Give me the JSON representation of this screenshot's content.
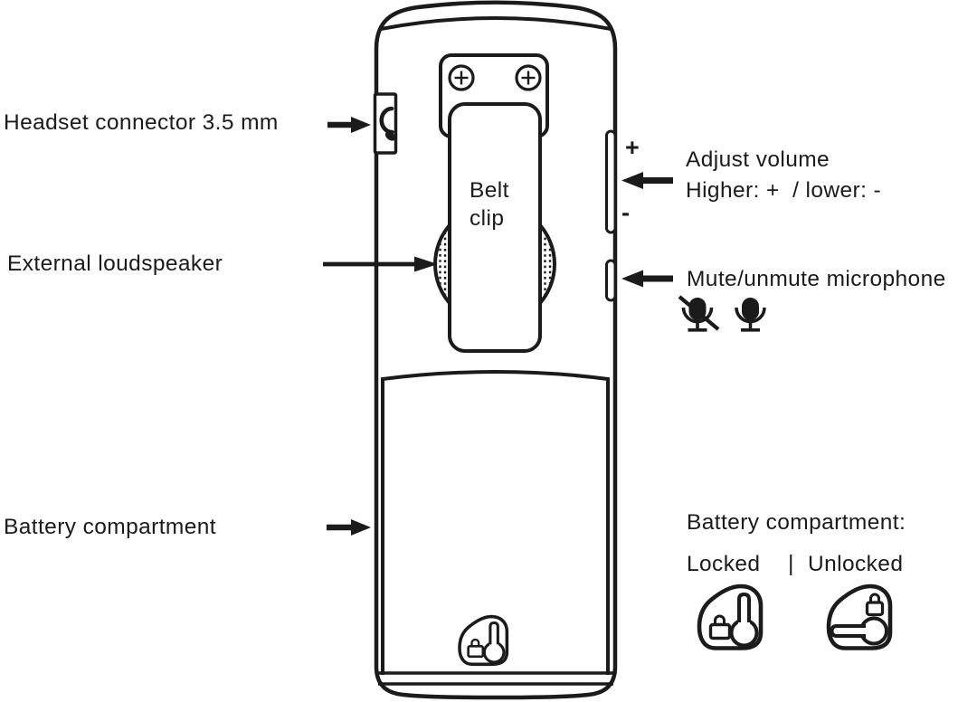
{
  "figure": {
    "type": "device-rear-annotated-diagram",
    "subject": "Cordless handset rear view",
    "colors": {
      "ink": "#1b1b1b",
      "background": "#ffffff"
    }
  },
  "annotations": {
    "headset": {
      "label": "Headset connector 3.5 mm"
    },
    "loudspeaker": {
      "label": "External loudspeaker"
    },
    "battery": {
      "label": "Battery compartment"
    },
    "belt_clip": {
      "line1": "Belt",
      "line2": "clip"
    },
    "volume": {
      "title": "Adjust volume",
      "detail": "Higher: +  / lower: -",
      "plus_key": "+",
      "minus_key": "-"
    },
    "mute": {
      "label": "Mute/unmute microphone"
    },
    "battery_legend": {
      "title": "Battery compartment:",
      "locked_label": "Locked",
      "divider": "|",
      "unlocked_label": "Unlocked"
    }
  },
  "icons": {
    "headset_connector": "headset-icon",
    "mic_muted": "microphone-muted-icon",
    "mic_unmuted": "microphone-icon",
    "battery_lock": "keyhole-locked-icon",
    "legend_locked": "keyhole-locked-icon",
    "legend_unlocked": "keyhole-unlocked-icon",
    "screws": "screw-cross-icon"
  }
}
